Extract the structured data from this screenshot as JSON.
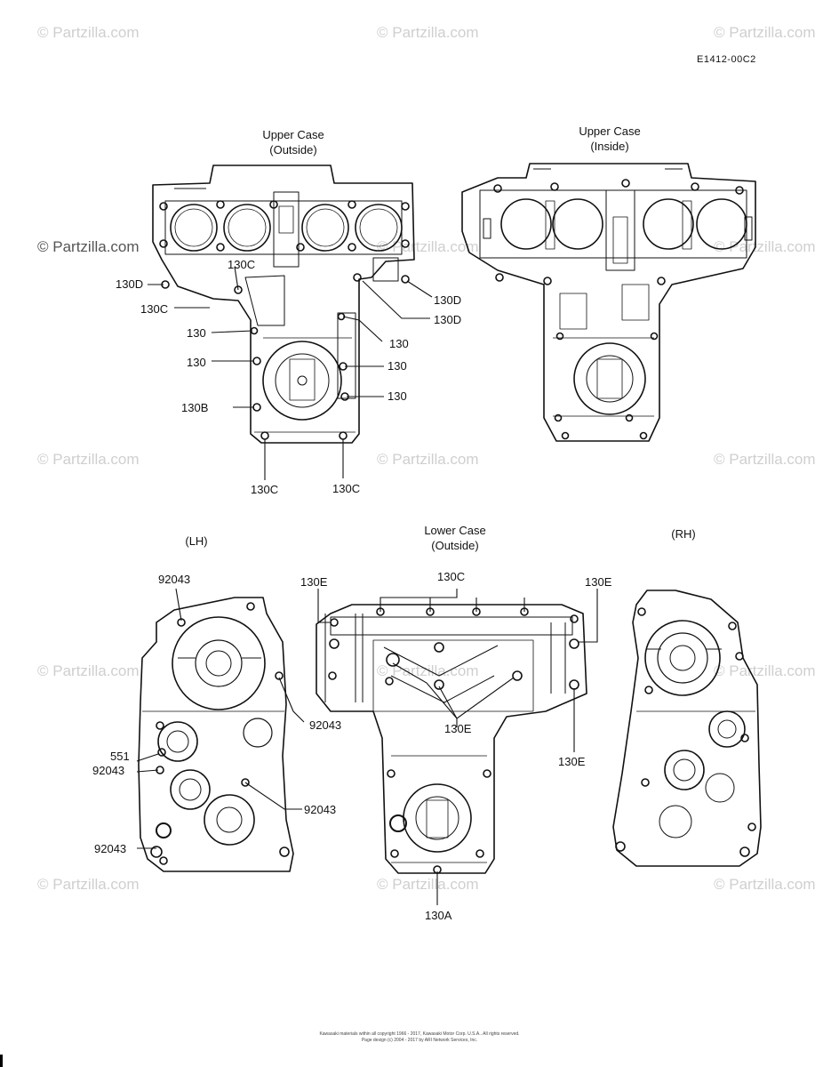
{
  "watermark": "© Partzilla.com",
  "diagram_code": "E1412-00C2",
  "views": {
    "upper_outside": {
      "line1": "Upper Case",
      "line2": "(Outside)"
    },
    "upper_inside": {
      "line1": "Upper Case",
      "line2": "(Inside)"
    },
    "lower_outside": {
      "line1": "Lower Case",
      "line2": "(Outside)"
    },
    "lh": "(LH)",
    "rh": "(RH)"
  },
  "callouts": {
    "l130C_a": "130C",
    "l130D_a": "130D",
    "l130C_b": "130C",
    "l130_a": "130",
    "l130_b": "130",
    "l130D_b": "130D",
    "l130D_c": "130D",
    "l130_c": "130",
    "l130_d": "130",
    "l130_e": "130",
    "l130B": "130B",
    "l130C_c": "130C",
    "l130C_d": "130C",
    "l92043_a": "92043",
    "l92043_b": "92043",
    "l551": "551",
    "l92043_c": "92043",
    "l92043_d": "92043",
    "l92043_e": "92043",
    "l130E_a": "130E",
    "l130C_e": "130C",
    "l130E_b": "130E",
    "l130E_c": "130E",
    "l130E_d": "130E",
    "l130A": "130A"
  },
  "footer": {
    "line1": "Kawasaki materials within all copyright 1966 - 2017, Kawasaki Motor Corp. U.S.A.. All rights reserved.",
    "line2": "Page design (c) 2004 - 2017 by ARI Network Services, Inc."
  }
}
